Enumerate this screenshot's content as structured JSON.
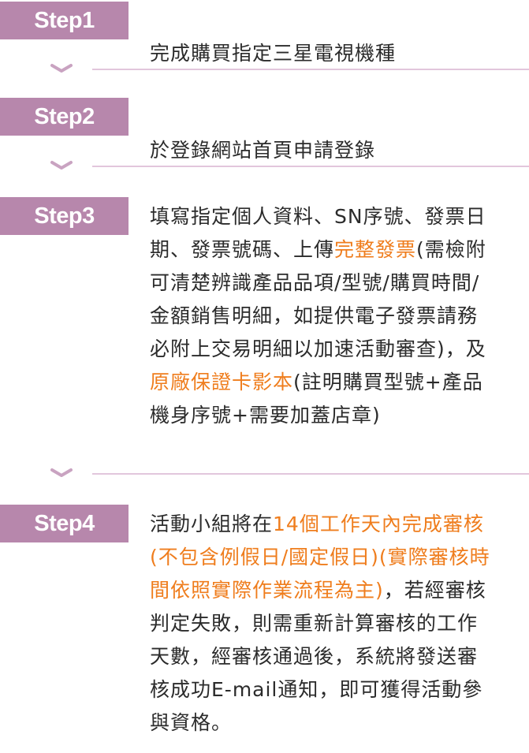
{
  "steps": [
    {
      "label": "Step1",
      "segments": [
        {
          "text": "完成購買指定三星電視機種",
          "hl": false
        }
      ]
    },
    {
      "label": "Step2",
      "segments": [
        {
          "text": "於登錄網站首頁申請登錄",
          "hl": false
        }
      ]
    },
    {
      "label": "Step3",
      "segments": [
        {
          "text": "填寫指定個人資料、SN序號、發票日\n期、發票號碼、上傳",
          "hl": false
        },
        {
          "text": "完整發票",
          "hl": true
        },
        {
          "text": "(需檢附\n可清楚辨識產品品項/型號/購買時間/\n金額銷售明細，如提供電子發票請務\n必附上交易明細以加速活動審查)，及\n",
          "hl": false
        },
        {
          "text": "原廠保證卡影本",
          "hl": true
        },
        {
          "text": "(註明購買型號+產品\n機身序號+需要加蓋店章)",
          "hl": false
        }
      ]
    },
    {
      "label": "Step4",
      "segments": [
        {
          "text": "活動小組將在",
          "hl": false
        },
        {
          "text": "14個工作天內完成審核\n(不包含例假日/國定假日)(實際審核時\n間依照實際作業流程為主)",
          "hl": true
        },
        {
          "text": "，若經審核\n判定失敗，則需重新計算審核的工作\n天數，經審核通過後，系統將發送審\n核成功E-mail通知，即可獲得活動參\n與資格。",
          "hl": false
        }
      ]
    }
  ],
  "colors": {
    "label_bg": "#b787ac",
    "label_text": "#ffffff",
    "highlight": "#ef7d1d",
    "separator": "#e2c6dc",
    "chevron": "#c9a3c1"
  },
  "icons": {
    "separator_icon": "chevron-down-icon"
  }
}
